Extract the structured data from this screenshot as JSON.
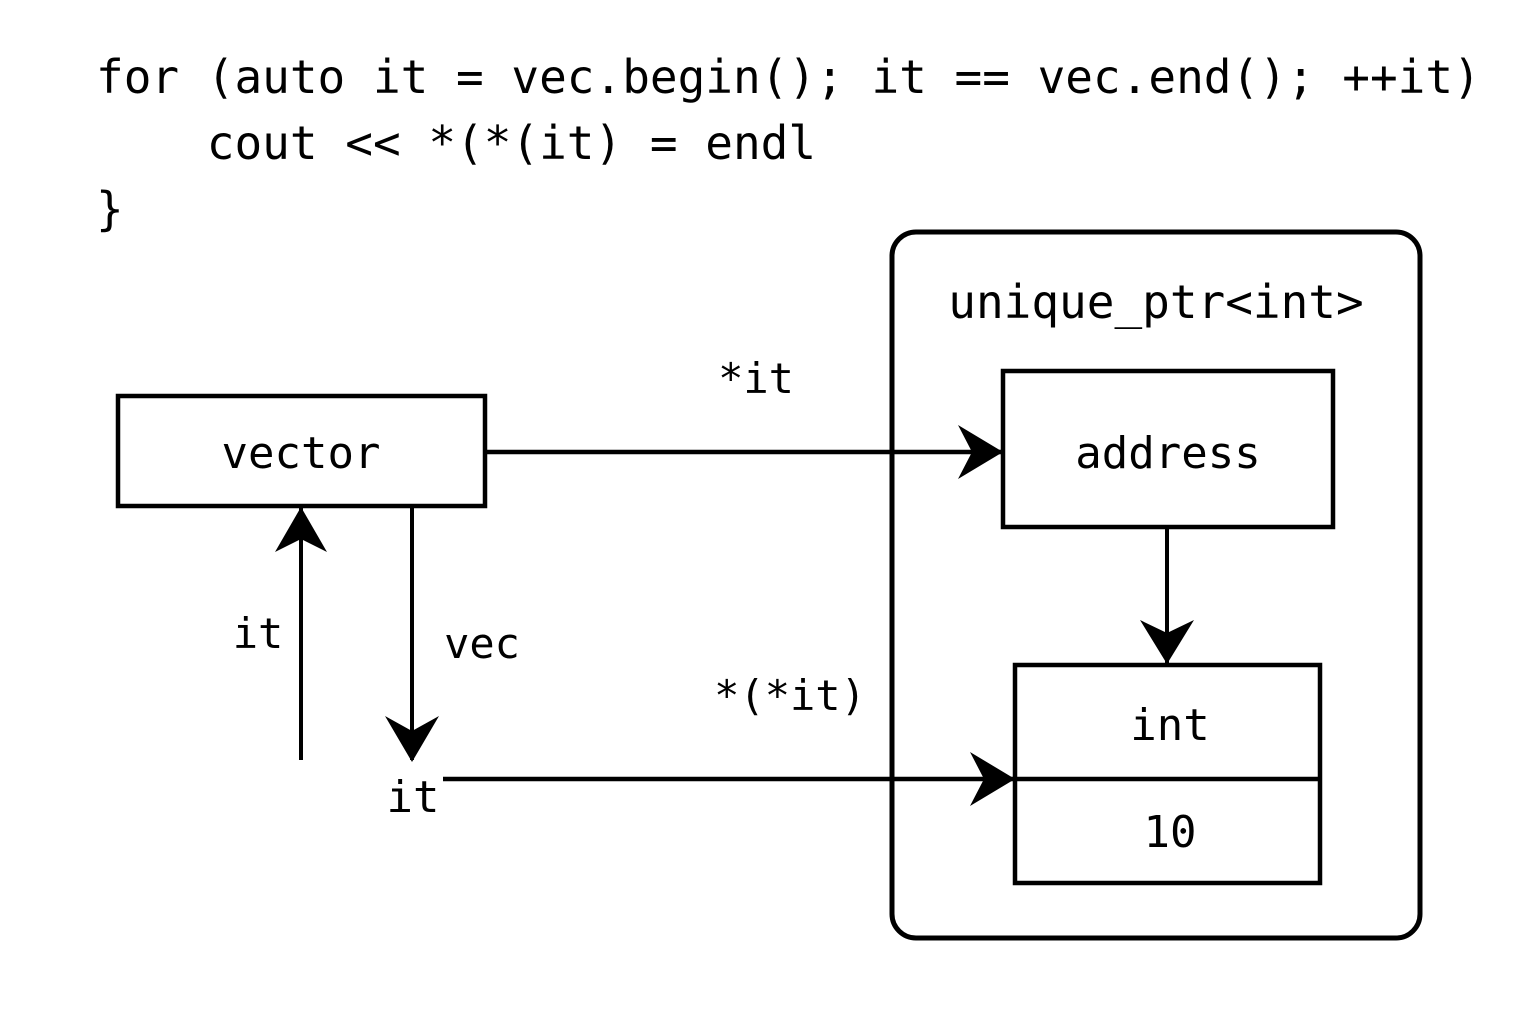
{
  "code": {
    "lines": [
      "for (auto it = vec.begin(); it == vec.end(); ++it)",
      "    cout << *(*(it) = endl",
      "}"
    ],
    "line1": "for (auto it = vec.begin(); it == vec.end(); ++it)",
    "line2": "    cout << *(*(it) = endl",
    "line3": "}"
  },
  "diagram": {
    "type": "pointer-memory-diagram",
    "nodes": {
      "vector_box": {
        "label": "vector"
      },
      "iterator_node": {
        "label": "it"
      },
      "group": {
        "label": "unique_ptr<int>"
      },
      "address_box": {
        "label": "address"
      },
      "int_box": {
        "type_label": "int",
        "value_label": "10"
      }
    },
    "edges": {
      "vector_to_address": {
        "label": "*it"
      },
      "iterator_to_int": {
        "label": "*(*it)"
      },
      "iterator_up_to_vector": {
        "label": "it"
      },
      "vector_down_to_iterator": {
        "label": "vec"
      },
      "address_to_int": {
        "label": ""
      }
    },
    "colors": {
      "stroke": "#000000",
      "background": "#ffffff",
      "text": "#000000"
    }
  }
}
